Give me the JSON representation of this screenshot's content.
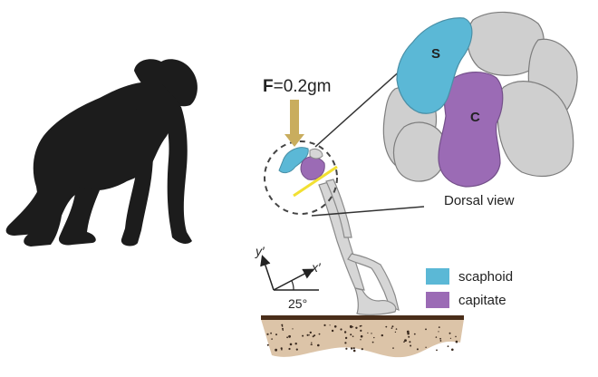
{
  "force": {
    "symbol": "F",
    "value": "=0.2gm"
  },
  "labels": {
    "scaphoid_letter": "S",
    "capitate_letter": "C",
    "view": "Dorsal view",
    "axis_y": "y′",
    "axis_x": "x′",
    "angle": "25°"
  },
  "legend": [
    {
      "name": "scaphoid",
      "color": "#5bb8d6"
    },
    {
      "name": "capitate",
      "color": "#9b6bb5"
    }
  ],
  "colors": {
    "silhouette": "#1c1c1c",
    "force_arrow": "#c9ad5e",
    "highlight_line": "#f2e032",
    "bone": "#cfcfcf",
    "bone_stroke": "#8a8a8a",
    "ground_fill": "#dcc4a8",
    "ground_top": "#4a2e1a"
  }
}
